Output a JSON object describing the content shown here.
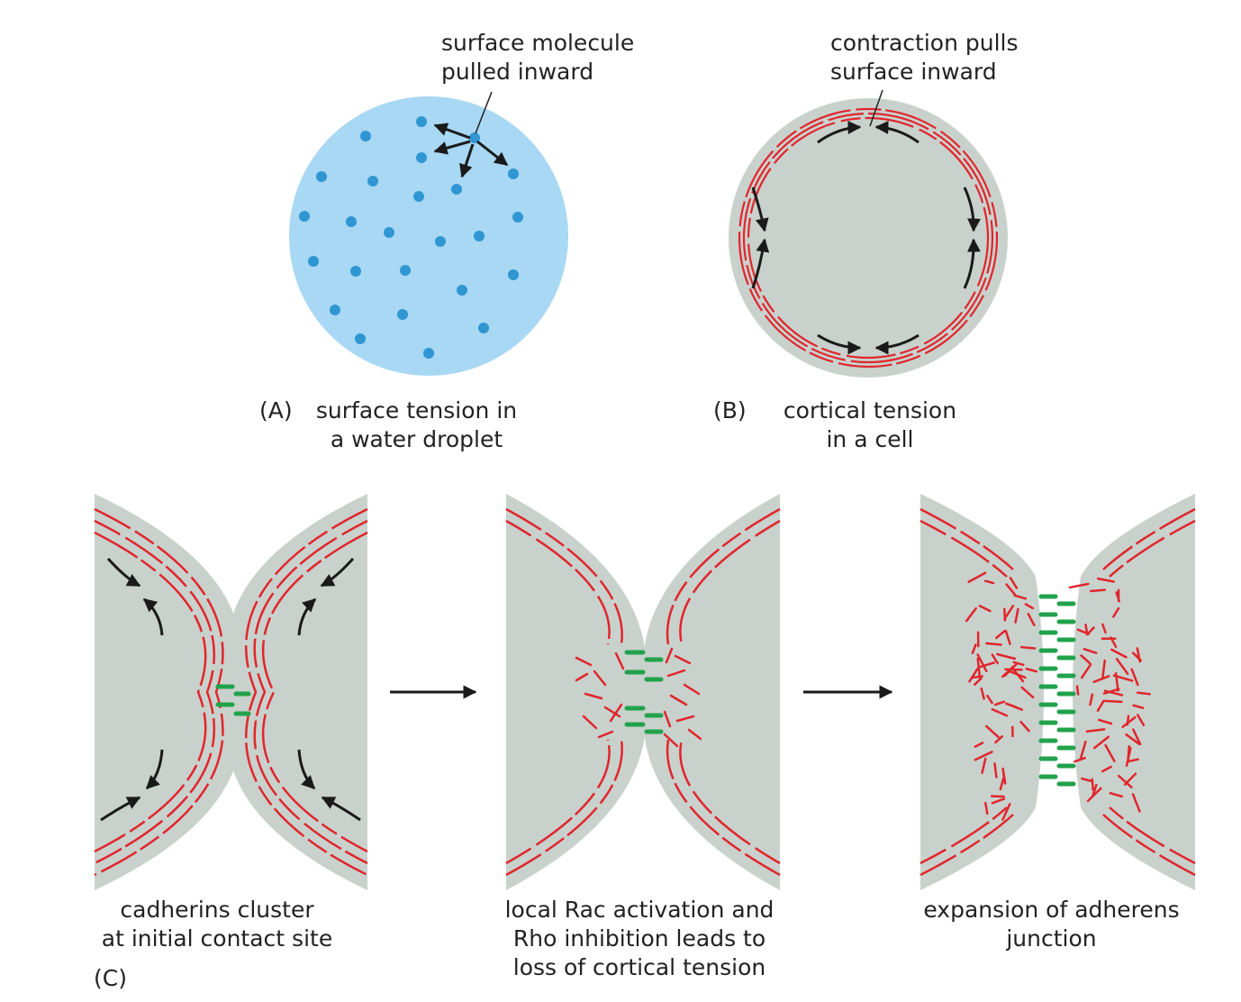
{
  "panel_a": {
    "callout": [
      "surface molecule",
      "pulled inward"
    ],
    "tag": "(A)",
    "caption": [
      "surface tension in",
      "a water droplet"
    ]
  },
  "panel_b": {
    "callout": [
      "contraction pulls",
      "surface inward"
    ],
    "tag": "(B)",
    "caption": [
      "cortical tension",
      "in a cell"
    ]
  },
  "panel_c": {
    "tag": "(C)",
    "stages": [
      {
        "caption": [
          "cadherins cluster",
          "at initial contact site"
        ]
      },
      {
        "caption": [
          "local Rac activation and",
          "Rho inhibition leads to",
          "loss of cortical tension"
        ]
      },
      {
        "caption": [
          "expansion of adherens",
          "junction"
        ]
      }
    ]
  },
  "colors": {
    "droplet": "#a8d8f3",
    "molecule": "#2f96d2",
    "cell": "#c9d1cd",
    "actin": "#e0262c",
    "cadherin": "#21a24a",
    "arrow": "#1a1a1a"
  }
}
